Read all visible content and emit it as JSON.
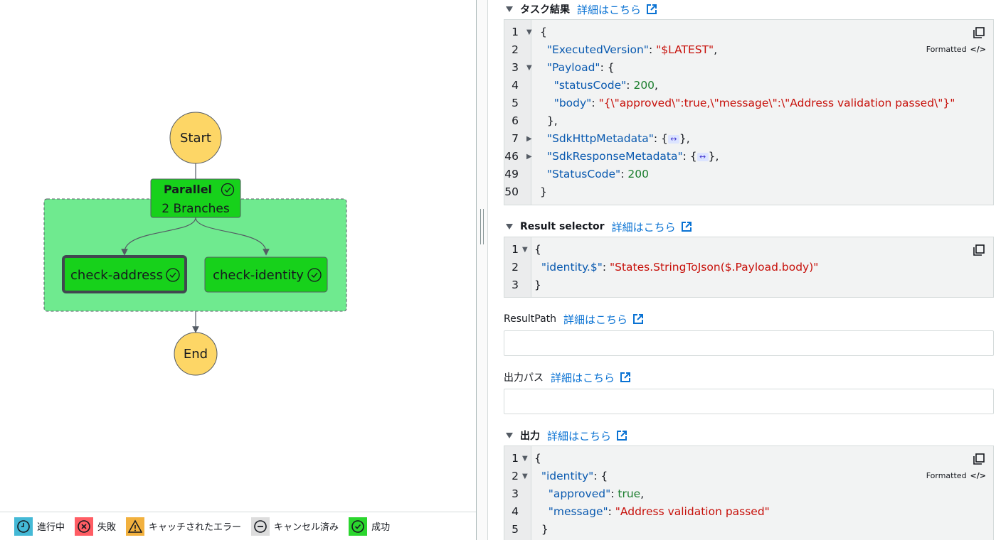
{
  "graph": {
    "start_label": "Start",
    "end_label": "End",
    "parallel_title": "Parallel",
    "parallel_subtitle": "2 Branches",
    "branches": [
      "check-address",
      "check-identity"
    ]
  },
  "legend": [
    {
      "label": "進行中",
      "color": "#44b9d6",
      "icon": "clock-icon"
    },
    {
      "label": "失敗",
      "color": "#ff5d64",
      "icon": "x-circle-icon"
    },
    {
      "label": "キャッチされたエラー",
      "color": "#f2b13e",
      "icon": "warning-icon"
    },
    {
      "label": "キャンセル済み",
      "color": "#dddddd",
      "icon": "minus-circle-icon"
    },
    {
      "label": "成功",
      "color": "#2bd62e",
      "icon": "check-circle-icon"
    }
  ],
  "detail": {
    "learn_more": "詳細はこちら",
    "formatted_label": "Formatted",
    "formatted_tag": "</>",
    "task_result": {
      "title": "タスク結果",
      "lines": [
        {
          "n": "1",
          "fold": "open"
        },
        {
          "n": "2"
        },
        {
          "n": "3",
          "fold": "open"
        },
        {
          "n": "4"
        },
        {
          "n": "5"
        },
        {
          "n": "6"
        },
        {
          "n": "7",
          "fold": "closed"
        },
        {
          "n": "46",
          "fold": "closed"
        },
        {
          "n": "49"
        },
        {
          "n": "50"
        }
      ],
      "executed_version_key": "\"ExecutedVersion\"",
      "executed_version_val": "\"$LATEST\"",
      "payload_key": "\"Payload\"",
      "status_code_key": "\"statusCode\"",
      "status_code_val": "200",
      "body_key": "\"body\"",
      "body_val": "\"{\\\"approved\\\":true,\\\"message\\\":\\\"Address validation passed\\\"}\"",
      "sdk_http_key": "\"SdkHttpMetadata\"",
      "sdk_resp_key": "\"SdkResponseMetadata\"",
      "StatusCode_key": "\"StatusCode\"",
      "StatusCode_val": "200"
    },
    "result_selector": {
      "title": "Result selector",
      "identity_key": "\"identity.$\"",
      "identity_val": "\"States.StringToJson($.Payload.body)\""
    },
    "result_path": {
      "title": "ResultPath",
      "value": ""
    },
    "output_path": {
      "title": "出力パス",
      "value": ""
    },
    "output": {
      "title": "出力",
      "identity_key": "\"identity\"",
      "approved_key": "\"approved\"",
      "approved_val": "true",
      "message_key": "\"message\"",
      "message_val": "\"Address validation passed\""
    }
  },
  "colors": {
    "start_end_fill": "#fdd666",
    "success_fill": "#17d11b",
    "parallel_region": "#6fea8f",
    "link": "#0972d3"
  }
}
